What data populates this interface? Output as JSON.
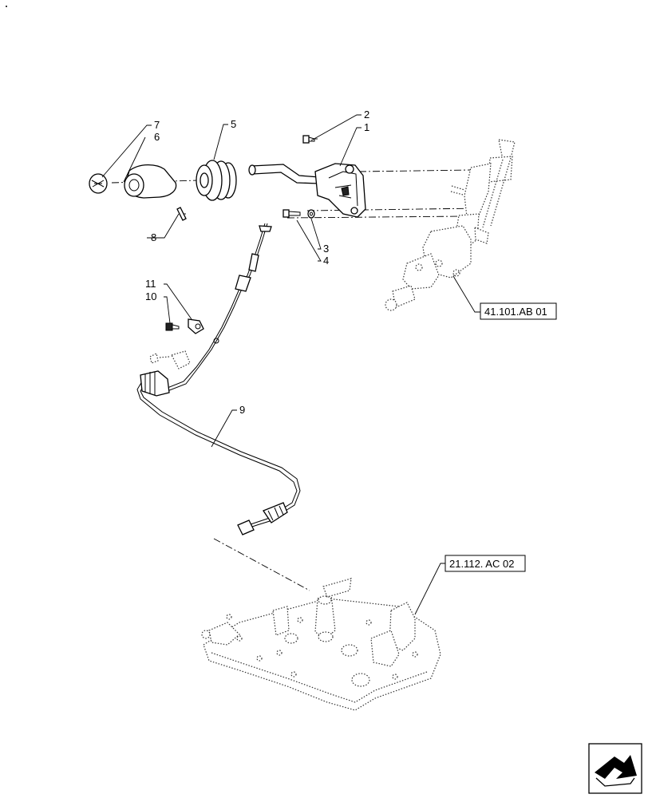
{
  "callouts": [
    {
      "id": "7",
      "label": "7"
    },
    {
      "id": "6",
      "label": "6"
    },
    {
      "id": "5",
      "label": "5"
    },
    {
      "id": "2",
      "label": "2"
    },
    {
      "id": "1",
      "label": "1"
    },
    {
      "id": "8",
      "label": "8"
    },
    {
      "id": "3",
      "label": "3"
    },
    {
      "id": "4",
      "label": "4"
    },
    {
      "id": "11",
      "label": "11"
    },
    {
      "id": "10",
      "label": "10"
    },
    {
      "id": "9",
      "label": "9"
    }
  ],
  "references": {
    "steering_column": "41.101.AB 01",
    "transmission_plate": "21.112. AC 02"
  },
  "icons": {
    "navigation": "arrow-icon"
  }
}
